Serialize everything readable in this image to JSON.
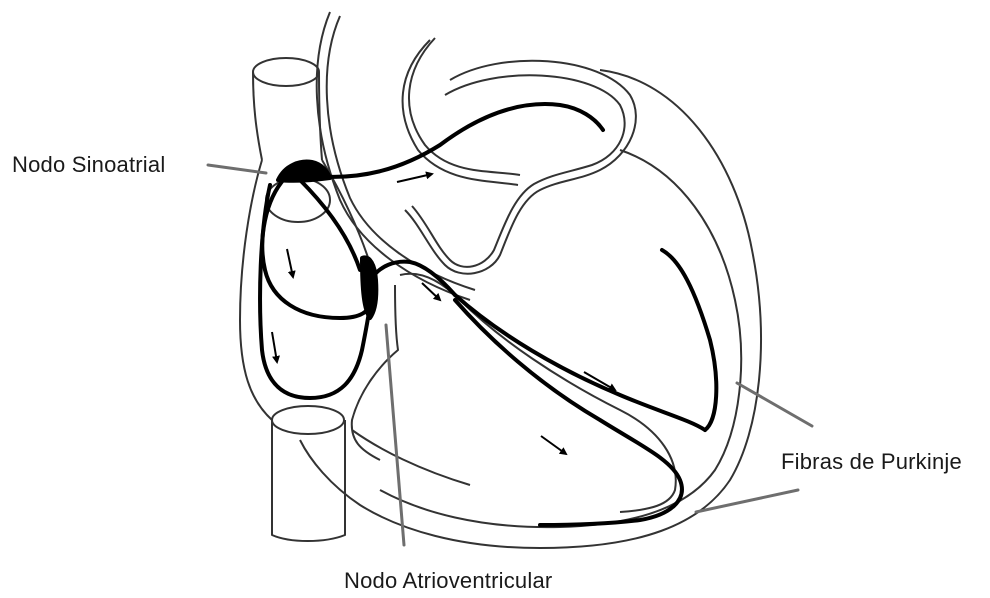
{
  "labels": {
    "sinoatrial": "Nodo Sinoatrial",
    "purkinje": "Fibras de Purkinje",
    "atrioventricular": "Nodo Atrioventricular"
  },
  "colors": {
    "outline": "#333333",
    "conduction": "#000000",
    "leader": "#6e6e6e",
    "text": "#1a1a1a",
    "background": "#ffffff"
  }
}
